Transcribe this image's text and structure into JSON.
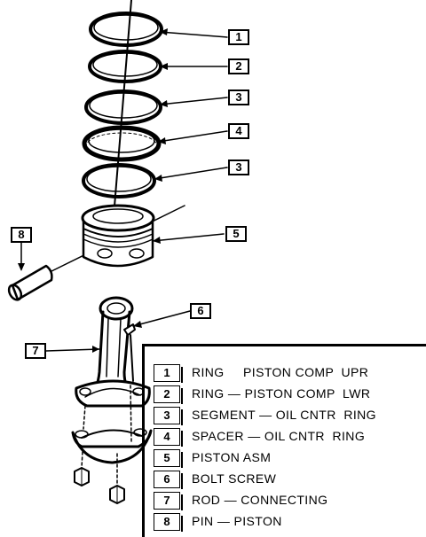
{
  "callouts": {
    "ring_upper": "1",
    "ring_lower": "2",
    "segment_a": "3",
    "spacer": "4",
    "segment_b": "3",
    "piston_asm": "5",
    "bolt_screw": "6",
    "rod": "7",
    "pin": "8"
  },
  "legend": [
    {
      "num": "1",
      "desc": "RING     PISTON COMP  UPR"
    },
    {
      "num": "2",
      "desc": "RING — PISTON COMP  LWR"
    },
    {
      "num": "3",
      "desc": "SEGMENT — OIL CNTR  RING"
    },
    {
      "num": "4",
      "desc": "SPACER — OIL CNTR  RING"
    },
    {
      "num": "5",
      "desc": "PISTON ASM"
    },
    {
      "num": "6",
      "desc": "BOLT SCREW"
    },
    {
      "num": "7",
      "desc": "ROD — CONNECTING"
    },
    {
      "num": "8",
      "desc": "PIN — PISTON"
    }
  ]
}
